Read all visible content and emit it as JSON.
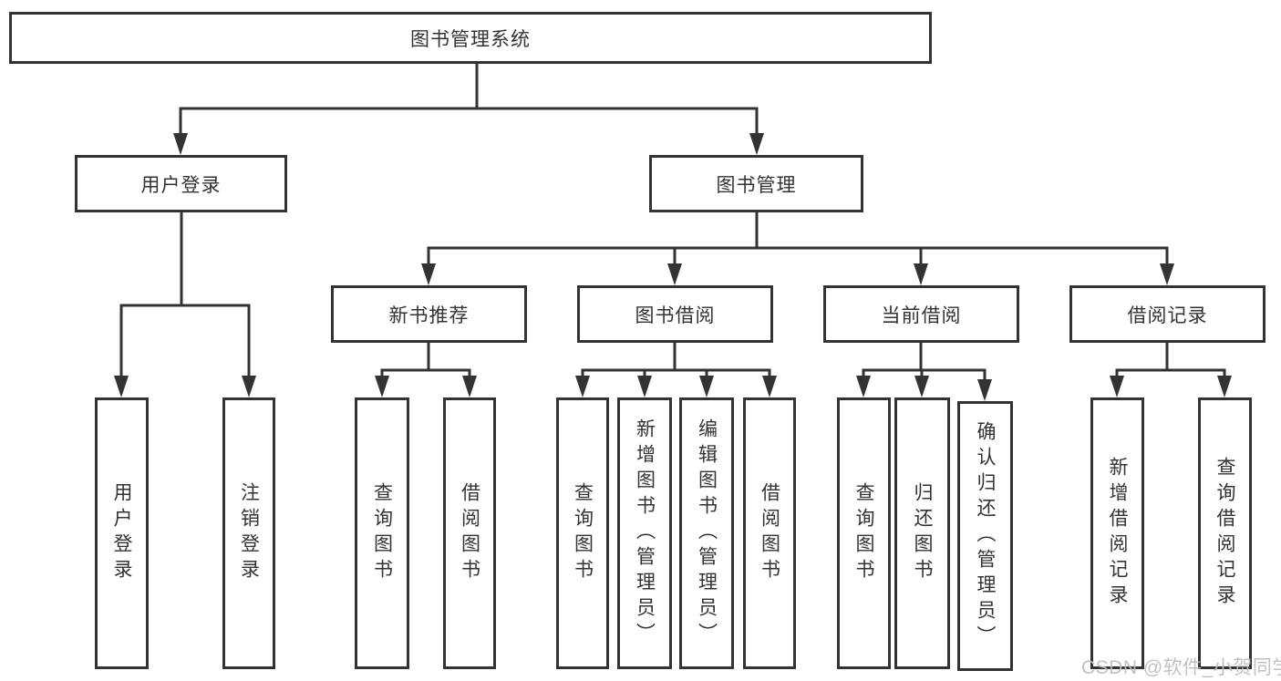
{
  "style": {
    "line_color": "#333333",
    "text_color": "#333333",
    "box_background": "#ffffff",
    "page_background": "#ffffff",
    "watermark_color": "#bebebe"
  },
  "watermark": {
    "text": "CSDN @软件_小贺同学"
  },
  "hierarchy": {
    "root": {
      "label": "图书管理系统",
      "children": [
        {
          "label": "用户登录",
          "children": [
            {
              "label": "用户登录"
            },
            {
              "label": "注销登录"
            }
          ]
        },
        {
          "label": "图书管理",
          "children": [
            {
              "label": "新书推荐",
              "children": [
                {
                  "label": "查询图书"
                },
                {
                  "label": "借阅图书"
                }
              ]
            },
            {
              "label": "图书借阅",
              "children": [
                {
                  "label": "查询图书"
                },
                {
                  "label": "新增图书（管理员）"
                },
                {
                  "label": "编辑图书（管理员）"
                },
                {
                  "label": "借阅图书"
                }
              ]
            },
            {
              "label": "当前借阅",
              "children": [
                {
                  "label": "查询图书"
                },
                {
                  "label": "归还图书"
                },
                {
                  "label": "确认归还（管理员）"
                }
              ]
            },
            {
              "label": "借阅记录",
              "children": [
                {
                  "label": "新增借阅记录"
                },
                {
                  "label": "查询借阅记录"
                }
              ]
            }
          ]
        }
      ]
    }
  }
}
